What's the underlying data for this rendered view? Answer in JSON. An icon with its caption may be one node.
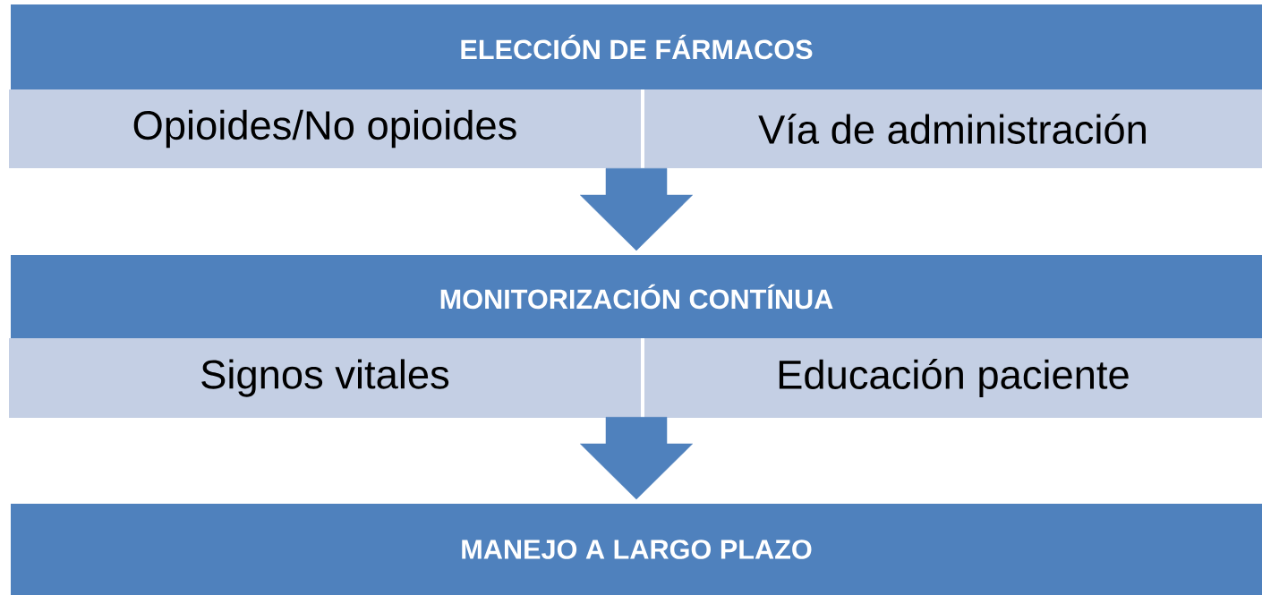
{
  "diagram": {
    "nodes": [
      {
        "text": [
          "ELECCIÓN DE FÁRMACOS"
        ]
      },
      {
        "text": [
          "Opioides/No opioides"
        ]
      },
      {
        "text": [
          "Vía de administración"
        ]
      },
      {
        "text": [
          "MONITORIZACIÓN CONTÍNUA"
        ]
      },
      {
        "text": [
          "Signos vitales"
        ]
      },
      {
        "text": [
          "Educación paciente"
        ]
      },
      {
        "text": [
          "MANEJO A LARGO PLAZO"
        ]
      }
    ],
    "edges": [
      {
        "from": 0,
        "to": 3,
        "arrow": "to"
      },
      {
        "from": 3,
        "to": 6,
        "arrow": "to"
      }
    ]
  }
}
